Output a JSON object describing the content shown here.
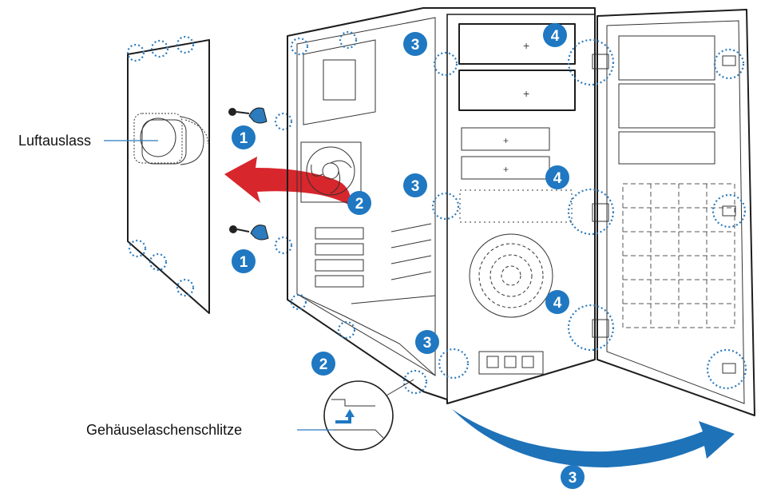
{
  "labels": {
    "air_outlet": "Luftauslass",
    "tab_slots": "Gehäuselaschenschlitze"
  },
  "step_badges": [
    "1",
    "1",
    "2",
    "2",
    "3",
    "3",
    "3",
    "3",
    "4",
    "4",
    "4"
  ],
  "colors": {
    "badge_blue": "#1f78c1",
    "arrow_red": "#d7262c",
    "arrow_blue": "#1e72b8",
    "ring_blue": "#2b7bbd",
    "line_dark": "#1d1d1d"
  },
  "icons": [
    "screw-icon",
    "hand-icon",
    "removal-arrow-icon",
    "swing-arrow-icon"
  ]
}
